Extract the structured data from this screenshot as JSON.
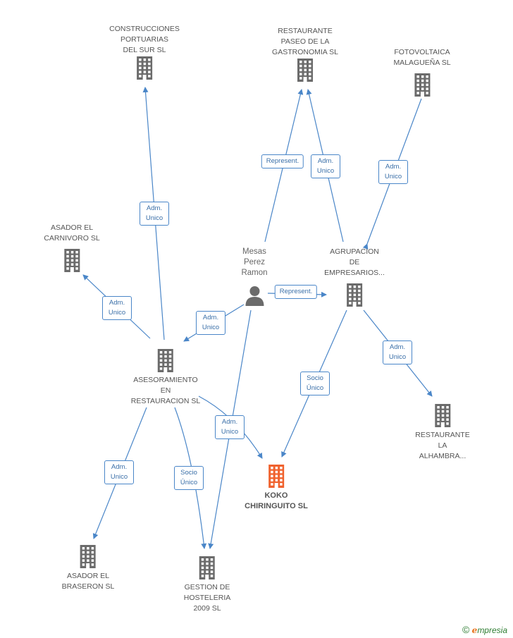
{
  "colors": {
    "edge": "#4a86c8",
    "building": "#6b6b6b",
    "main_building": "#f0622e",
    "person": "#6b6b6b"
  },
  "nodes": {
    "construcciones": "CONSTRUCCIONES\nPORTUARIAS\nDEL SUR SL",
    "restaurante_paseo": "RESTAURANTE\nPASEO DE LA\nGASTRONOMIA SL",
    "fotovoltaica": "FOTOVOLTAICA\nMALAGUEÑA SL",
    "asador_carnivoro": "ASADOR EL\nCARNIVORO SL",
    "mesas": "Mesas\nPerez\nRamon",
    "agrupacion": "AGRUPACION\nDE\nEMPRESARIOS...",
    "asesoramiento": "ASESORAMIENTO\nEN\nRESTAURACION SL",
    "restaurante_alhambra": "RESTAURANTE\nLA\nALHAMBRA...",
    "koko": "KOKO\nCHIRINGUITO SL",
    "asador_braseron": "ASADOR EL\nBRASERON SL",
    "gestion": "GESTION DE\nHOSTELERIA\n2009 SL"
  },
  "badges": {
    "b1": "Adm.\nUnico",
    "b2": "Represent.",
    "b3": "Adm.\nUnico",
    "b4": "Adm.\nUnico",
    "b5": "Adm.\nUnico",
    "b6": "Represent.",
    "b7": "Adm.\nUnico",
    "b8": "Socio\nÚnico",
    "b9": "Adm.\nUnico",
    "b10": "Adm.\nUnico",
    "b11": "Adm.\nUnico",
    "b12": "Socio\nÚnico"
  },
  "brand": {
    "copyright": "©",
    "e": "e",
    "rest": "mpresia"
  }
}
